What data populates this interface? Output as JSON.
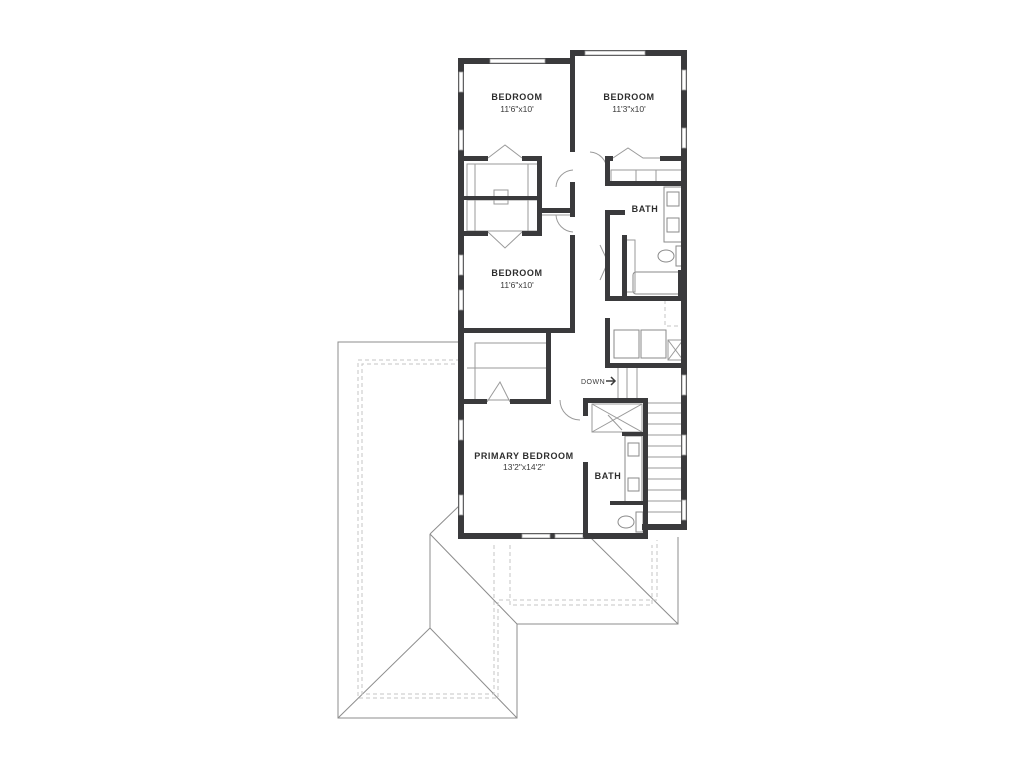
{
  "plan": {
    "rooms": [
      {
        "name": "BEDROOM",
        "dims": "11'6\"x10'"
      },
      {
        "name": "BEDROOM",
        "dims": "11'3\"x10'"
      },
      {
        "name": "BEDROOM",
        "dims": "11'6\"x10'"
      },
      {
        "name": "PRIMARY BEDROOM",
        "dims": "13'2\"x14'2\""
      }
    ],
    "baths": [
      "BATH",
      "BATH"
    ],
    "stairs_label": "DOWN",
    "colors": {
      "wall": "#3a3a3c",
      "line": "#9a9a9a",
      "background": "#ffffff"
    }
  }
}
